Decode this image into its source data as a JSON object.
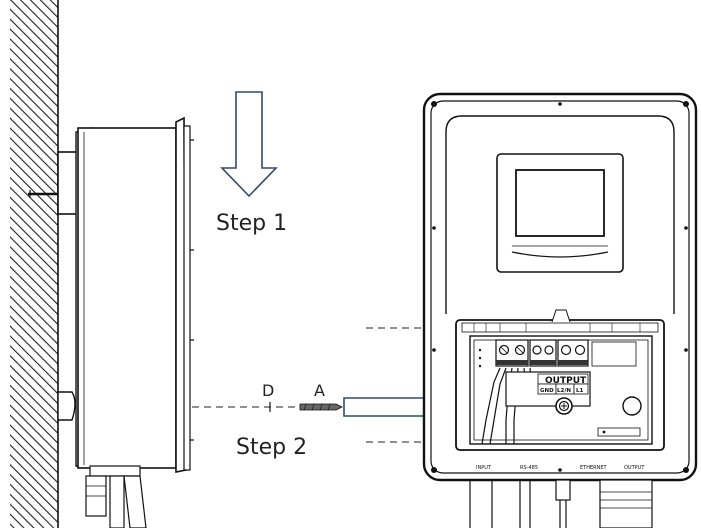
{
  "labels": {
    "step1": "Step 1",
    "step2": "Step 2",
    "point_d": "D",
    "point_a": "A",
    "output_title": "OUTPUT",
    "output_gnd": "GND",
    "output_l2n": "L2/N",
    "output_l1": "L1",
    "bottom_input": "INPUT",
    "bottom_rs485": "RS-485",
    "bottom_ethernet": "ETHERNET",
    "bottom_output": "OUTPUT"
  },
  "colors": {
    "line": "#111111",
    "arrow_stroke": "#2e4c6e",
    "arrow_fill": "#ffffff",
    "hatch": "#222222"
  },
  "icons": {
    "wall": "hatched-wall",
    "step1_arrow": "down-arrow-icon",
    "step2_arrow": "right-arrow-icon",
    "drill": "drill-bit-icon"
  }
}
